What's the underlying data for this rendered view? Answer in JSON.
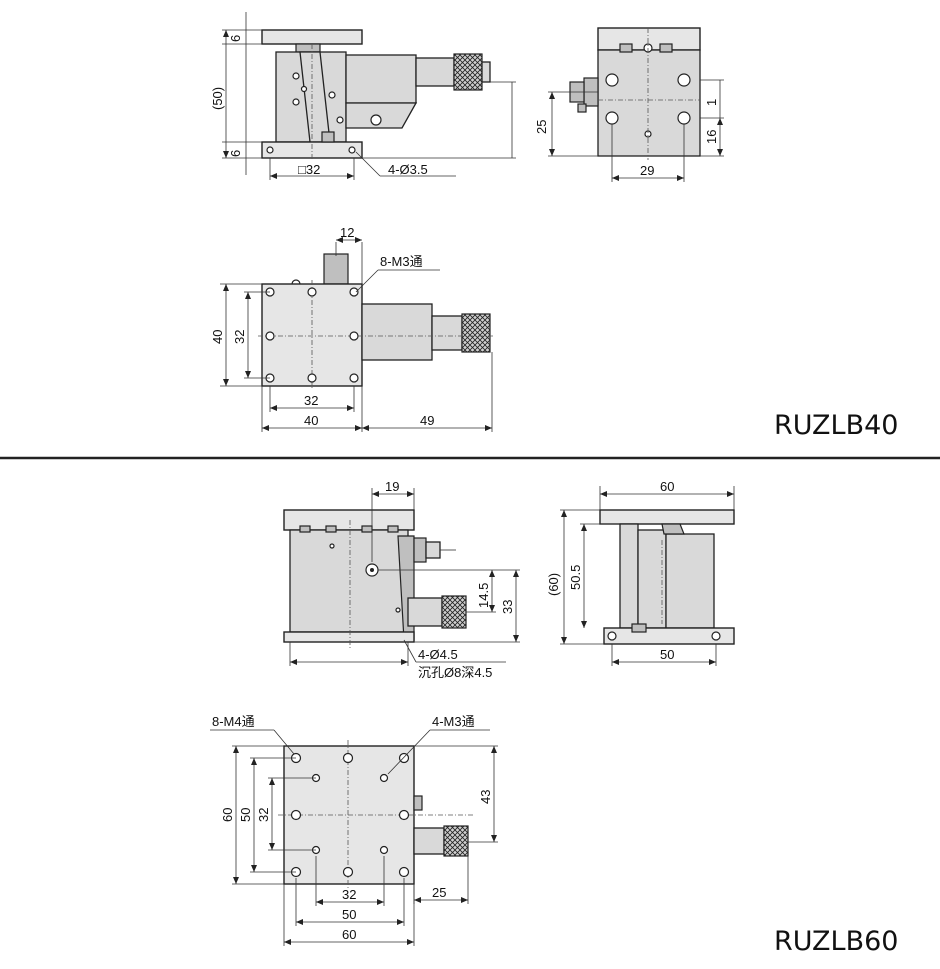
{
  "sections": [
    {
      "model": "RUZLB40",
      "dims": {
        "h6_top": "6",
        "h50": "(50)",
        "h6_bot": "6",
        "sq32": "□32",
        "holes": "4-Ø3.5",
        "h25": "25",
        "h1": "1",
        "h16": "16",
        "w29": "29",
        "w12": "12",
        "tap": "8-M3通",
        "v40": "40",
        "v32": "32",
        "b32": "32",
        "b40": "40",
        "b49": "49"
      }
    },
    {
      "model": "RUZLB60",
      "dims": {
        "w19": "19",
        "h14_5": "14.5",
        "h33": "33",
        "holes": "4-Ø4.5",
        "counterbore": "沉孔Ø8深4.5",
        "w60_top": "60",
        "h60": "(60)",
        "h50_5": "50.5",
        "w50_bot": "50",
        "tap_m4": "8-M4通",
        "tap_m3": "4-M3通",
        "v60": "60",
        "v50": "50",
        "v32": "32",
        "h43": "43",
        "d25": "25",
        "b32": "32",
        "b50": "50",
        "b60": "60"
      }
    }
  ]
}
